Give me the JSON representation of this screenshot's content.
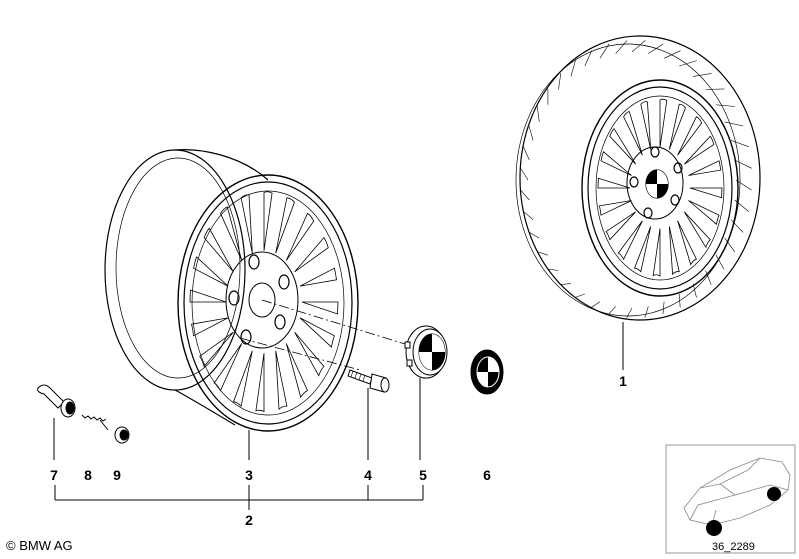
{
  "callouts": {
    "n1": "1",
    "n2": "2",
    "n3": "3",
    "n4": "4",
    "n5": "5",
    "n6": "6",
    "n7": "7",
    "n8": "8",
    "n9": "9"
  },
  "copyright": "© BMW AG",
  "diagram_id": "36_2289",
  "colors": {
    "line": "#000000",
    "background": "#ffffff"
  }
}
